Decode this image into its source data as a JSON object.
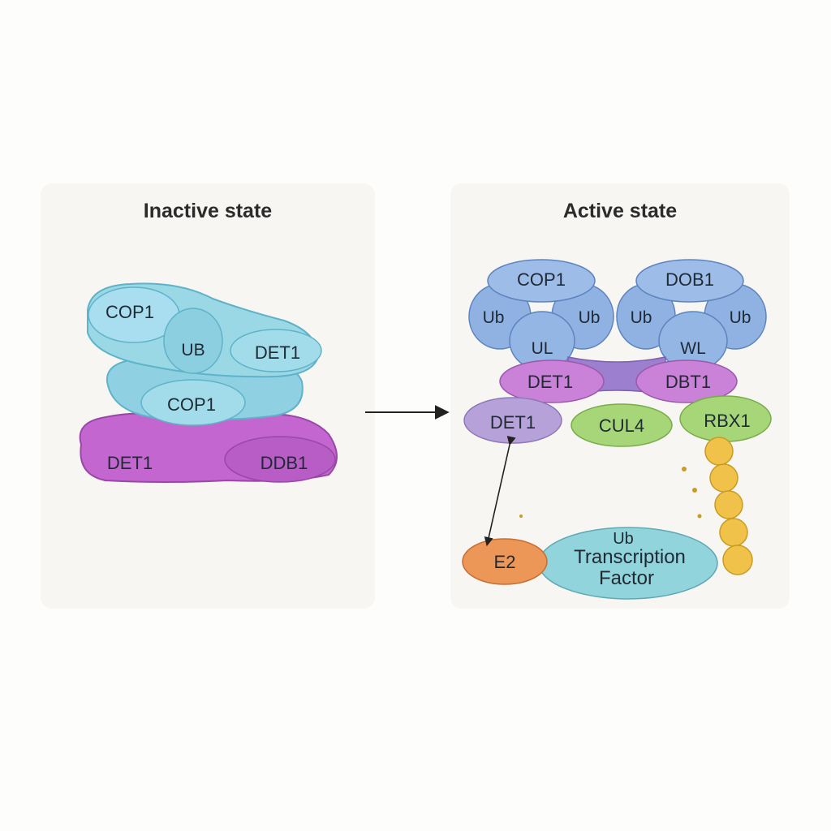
{
  "inactive": {
    "title": "Inactive state",
    "labels": {
      "cop1_top": "COP1",
      "ub": "UB",
      "det1_right": "DET1",
      "cop1_mid": "COP1",
      "det1_bottom": "DET1",
      "ddb1": "DDB1"
    }
  },
  "active": {
    "title": "Active state",
    "labels": {
      "cop1": "COP1",
      "ub_left_a": "Ub",
      "ub_left_b": "Ub",
      "ul_left": "UL",
      "dob1": "DOB1",
      "ub_right_a": "Ub",
      "ub_right_b": "Ub",
      "wl_right": "WL",
      "det1_upper": "DET1",
      "dbt1": "DBT1",
      "det1_lower": "DET1",
      "cul4": "CUL4",
      "rbx1": "RBX1",
      "e2": "E2",
      "tf_ub": "Ub",
      "tf_line1": "Transcription",
      "tf_line2": "Factor"
    }
  },
  "colors": {
    "cyan": "#9ad8e6",
    "cyan_dark": "#5fb3c8",
    "purple": "#c366cf",
    "blue": "#8fb2e2",
    "magenta": "#c982d8",
    "lavender": "#b6a2d8",
    "green": "#a6d677",
    "orange": "#ec9658",
    "teal": "#92d4dc",
    "gold": "#f0c24a"
  }
}
